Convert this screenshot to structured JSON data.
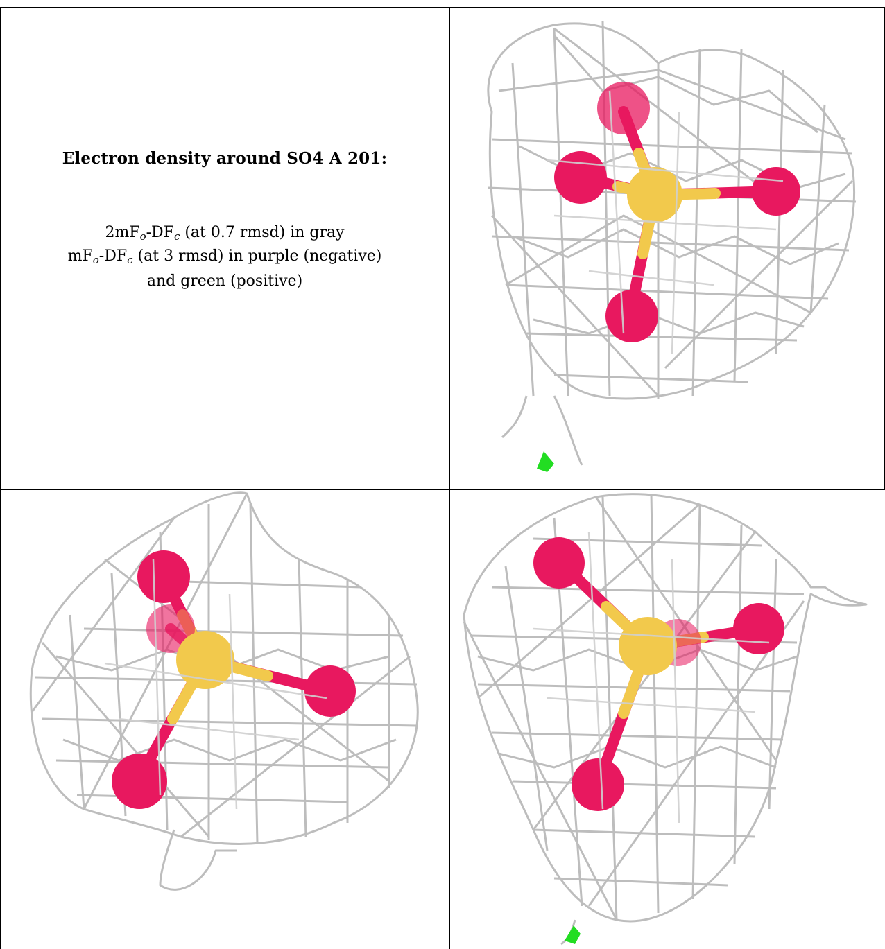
{
  "caption": {
    "title": "Electron density around SO4 A 201:",
    "line1": "2mF",
    "line1_sub_o": "o",
    "line1_mid": "-DF",
    "line1_sub_c": "c",
    "line1_end": " (at 0.7 rmsd) in gray",
    "line2": "mF",
    "line2_sub_o": "o",
    "line2_mid": "-DF",
    "line2_sub_c": "c",
    "line2_end": " (at 3 rmsd) in purple (negative)",
    "line3": "and green (positive)"
  },
  "colors": {
    "mesh": "#bdbdbd",
    "oxygen": "#e8185f",
    "sulfur": "#f2c94c",
    "positive_density": "#22dd22",
    "border": "#000000"
  },
  "views": [
    {
      "name": "view-top-right"
    },
    {
      "name": "view-bottom-left"
    },
    {
      "name": "view-bottom-right"
    }
  ]
}
